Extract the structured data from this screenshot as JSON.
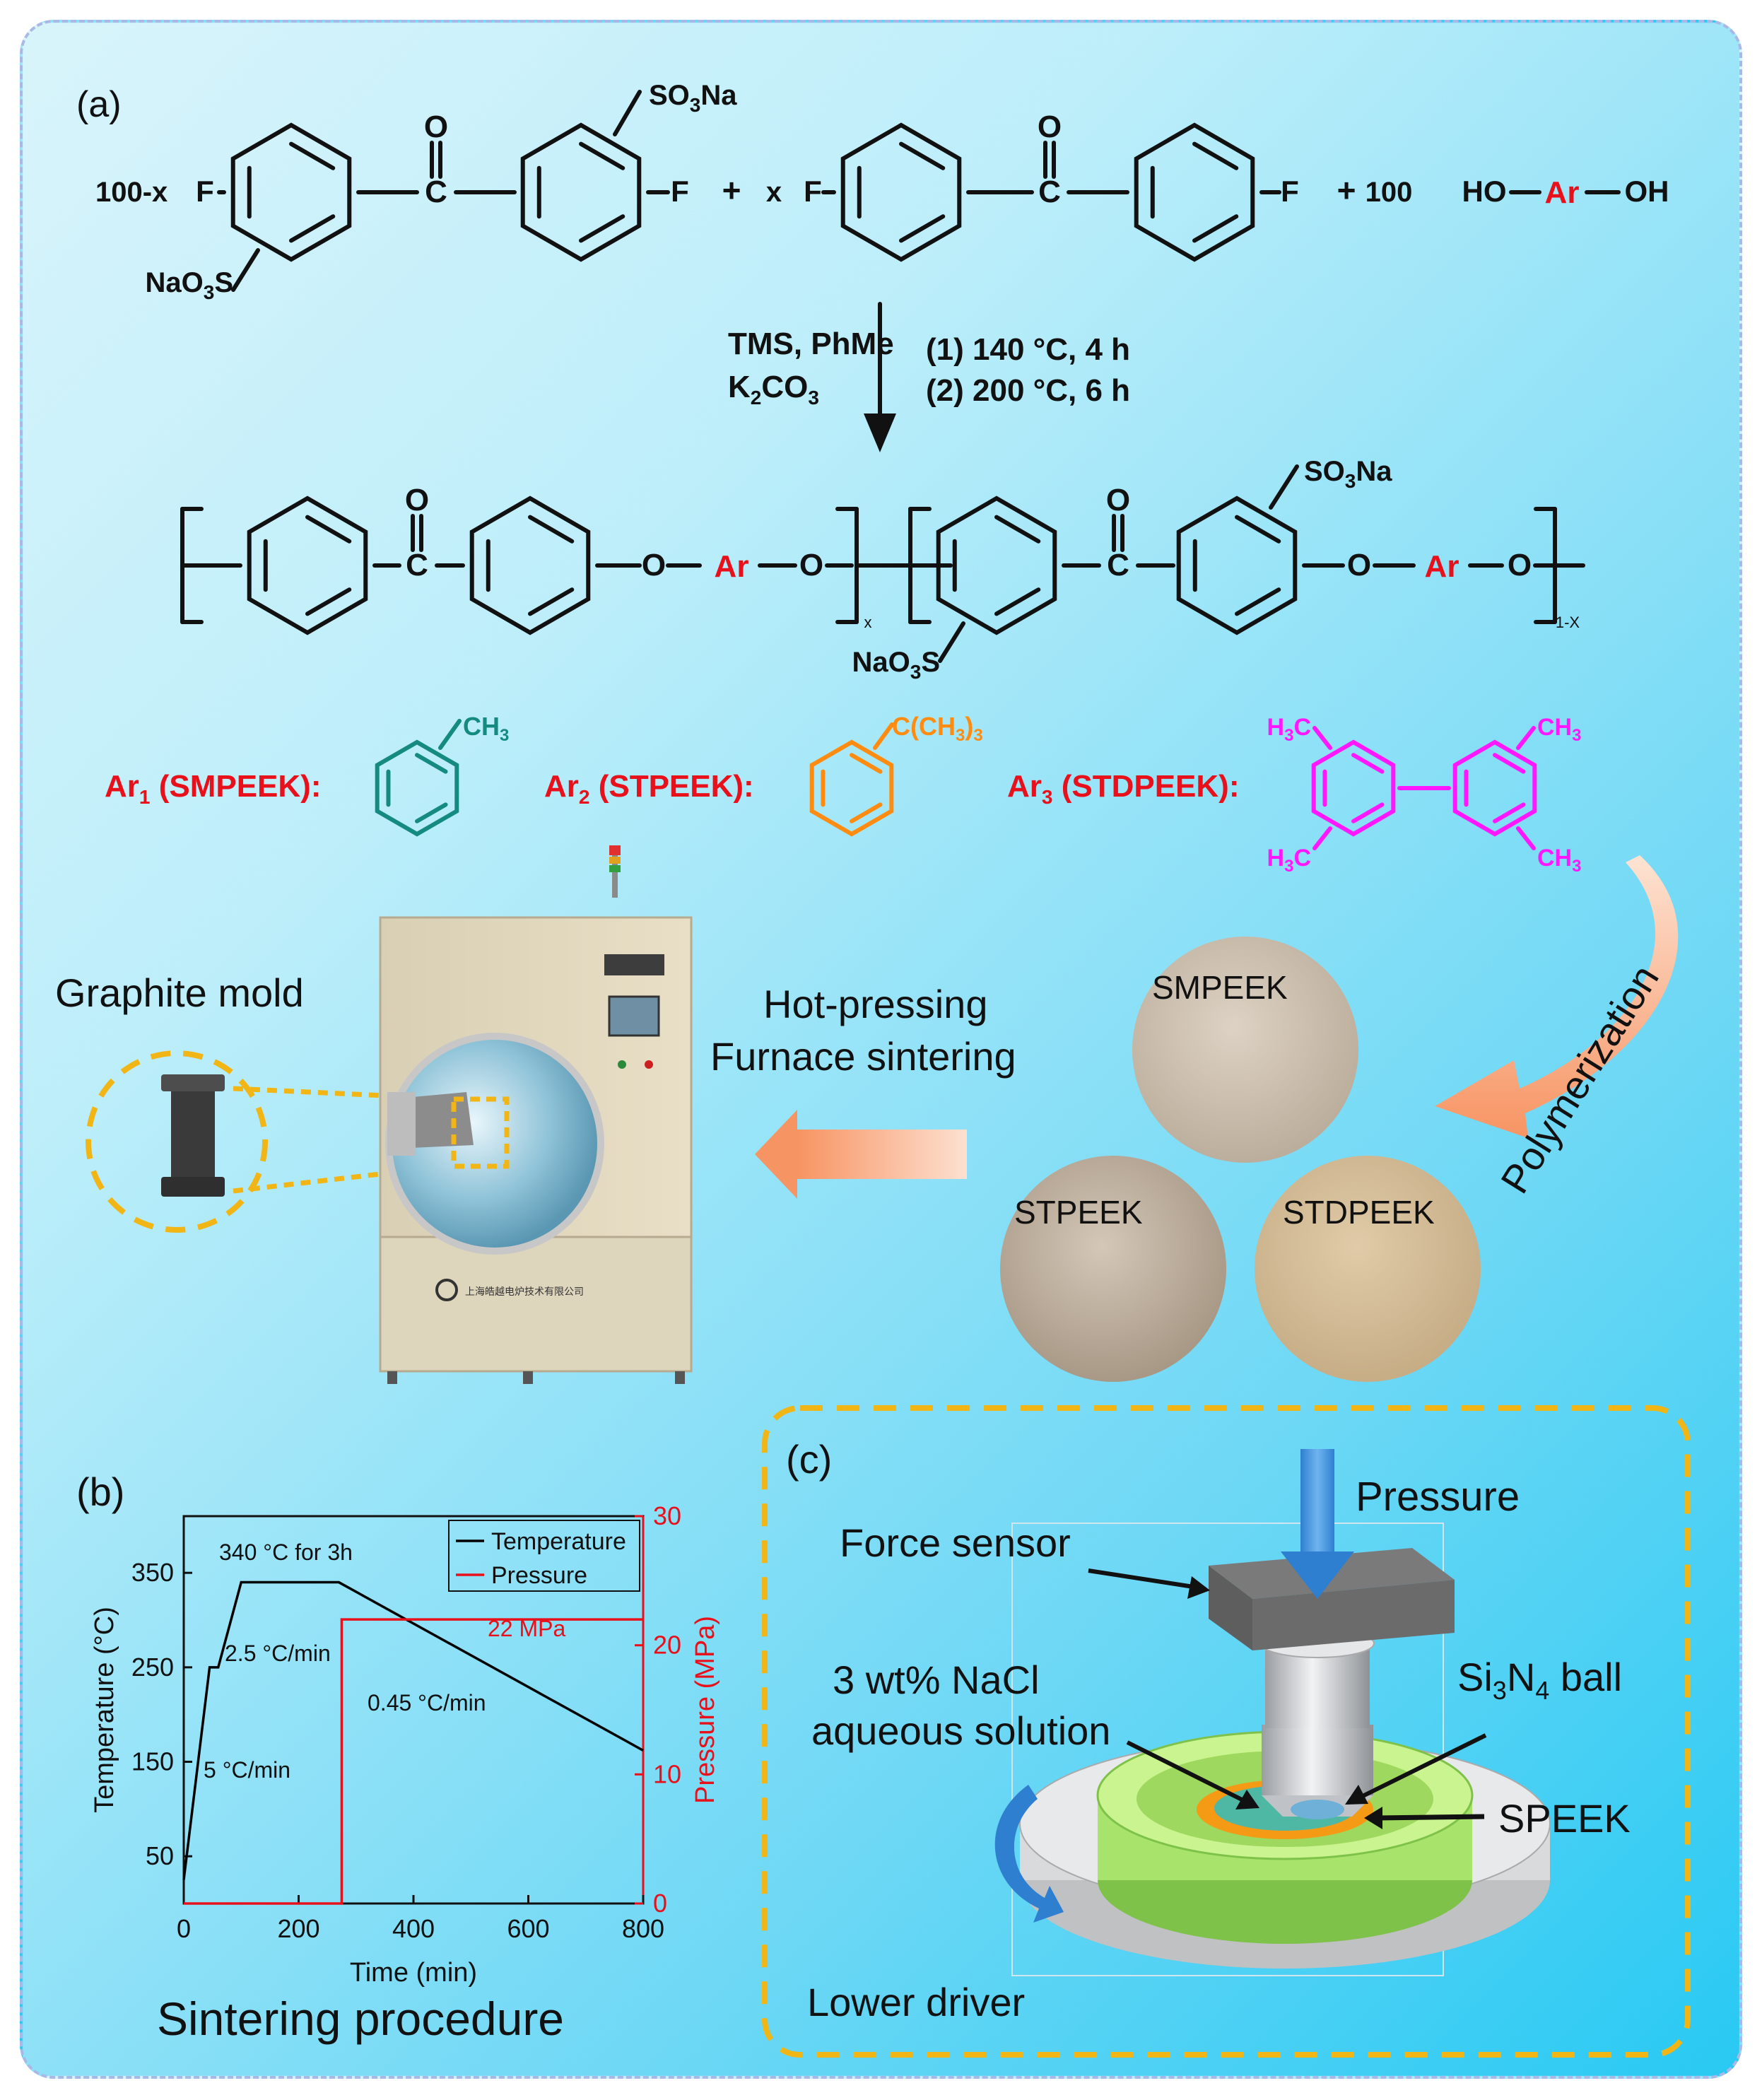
{
  "panel_a": {
    "label": "(a)",
    "reactants": {
      "coef1": "100-x",
      "coef2": "x",
      "coef3": "100",
      "plus": "+",
      "F": "F",
      "O": "O",
      "C": "C",
      "so3na": "SO3Na",
      "naso3s": "NaO3S",
      "diol_ho": "HO",
      "diol_ar": "Ar",
      "diol_oh": "OH"
    },
    "conditions": {
      "solvent": "TMS, PhMe",
      "base": "K2CO3",
      "step1": "(1) 140 °C, 4 h",
      "step2": "(2) 200 °C, 6 h"
    },
    "polymer": {
      "sub_x": "x",
      "sub_1x": "1-X"
    },
    "ar_defs": [
      {
        "label": "Ar1 (SMPEEK):",
        "substituent": "CH3",
        "color": "#e8101a",
        "ring_color": "#158a80"
      },
      {
        "label": "Ar2 (STPEEK):",
        "substituent": "C(CH3)3",
        "color": "#e8101a",
        "ring_color": "#ff8c10"
      },
      {
        "label": "Ar3 (STDPEEK):",
        "substituents": [
          "H3C",
          "CH3",
          "H3C",
          "CH3"
        ],
        "color": "#e8101a",
        "ring_color": "#ff18ff"
      }
    ],
    "process": {
      "mold_label": "Graphite mold",
      "step_line1": "Hot-pressing",
      "step_line2": "Furnace sintering",
      "polymerization": "Polymerization",
      "powders": [
        "SMPEEK",
        "STPEEK",
        "STDPEEK"
      ],
      "furnace_brand": "上海皓越电炉技术有限公司"
    }
  },
  "panel_b": {
    "label": "(b)",
    "caption": "Sintering procedure",
    "chart_data": {
      "type": "line",
      "xlabel": "Time (min)",
      "ylabel_left": "Temperature (°C)",
      "ylabel_right": "Pressure (MPa)",
      "xlim": [
        0,
        800
      ],
      "ylim_left": [
        0,
        410
      ],
      "ylim_right": [
        0,
        30
      ],
      "xticks": [
        0,
        200,
        400,
        600,
        800
      ],
      "yticks_left": [
        50,
        150,
        250,
        350
      ],
      "yticks_right": [
        0,
        10,
        20,
        30
      ],
      "legend_position": "top-right",
      "series": [
        {
          "name": "Temperature",
          "axis": "left",
          "color": "#000000",
          "x": [
            0,
            45,
            60,
            100,
            270,
            800
          ],
          "y": [
            25,
            250,
            250,
            340,
            340,
            162
          ]
        },
        {
          "name": "Pressure",
          "axis": "right",
          "color": "#e8101a",
          "x": [
            0,
            275,
            275,
            800
          ],
          "y": [
            0,
            0,
            22,
            22
          ]
        }
      ],
      "annotations": [
        "340 °C for 3h",
        "2.5 °C/min",
        "0.45 °C/min",
        "5 °C/min",
        "22 MPa"
      ]
    }
  },
  "panel_c": {
    "label": "(c)",
    "pressure": "Pressure",
    "force_sensor": "Force sensor",
    "solution_line1": "3 wt% NaCl",
    "solution_line2": "aqueous solution",
    "ball": "Si3N4 ball",
    "sample": "SPEEK",
    "driver": "Lower driver"
  },
  "colors": {
    "red": "#e8101a",
    "teal": "#158a80",
    "orange": "#ff8c10",
    "magenta": "#ff18ff",
    "dash_gold": "#f2b516",
    "arrow_orange": "#f9a47a"
  }
}
